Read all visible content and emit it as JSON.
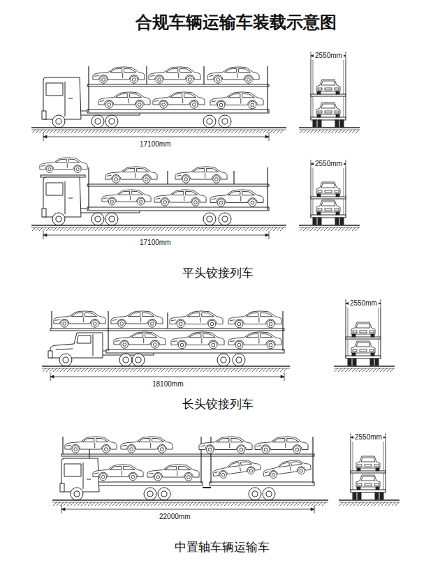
{
  "diagram": {
    "title": "合规车辆运输车装载示意图",
    "labels": [
      "2550mm",
      "17100mm",
      "2550mm",
      "17100mm",
      "平头铰接列车",
      "2550mm",
      "18100mm",
      "长头铰接列车",
      "2550mm",
      "22000mm",
      "中置轴车辆运输车"
    ]
  }
}
